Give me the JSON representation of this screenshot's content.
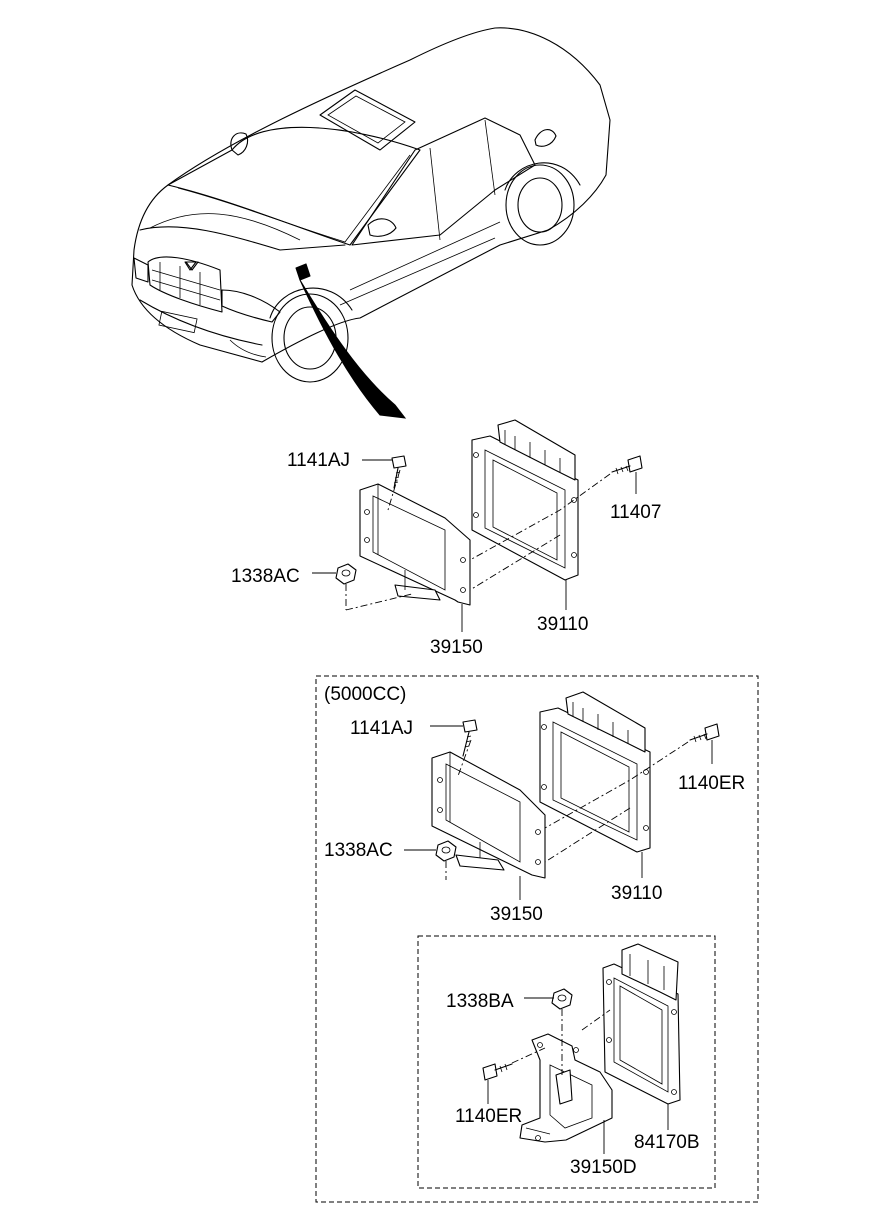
{
  "labels": {
    "main": {
      "bolt_top": "1141AJ",
      "bolt_right": "11407",
      "nut": "1338AC",
      "bracket": "39150",
      "ecu": "39110"
    },
    "group_5000cc": {
      "title": "(5000CC)",
      "bolt_top": "1141AJ",
      "bolt_right": "1140ER",
      "nut": "1338AC",
      "bracket": "39150",
      "ecu": "39110"
    },
    "sub_group": {
      "nut": "1338BA",
      "bolt": "1140ER",
      "module": "84170B",
      "bracket": "39150D"
    }
  }
}
